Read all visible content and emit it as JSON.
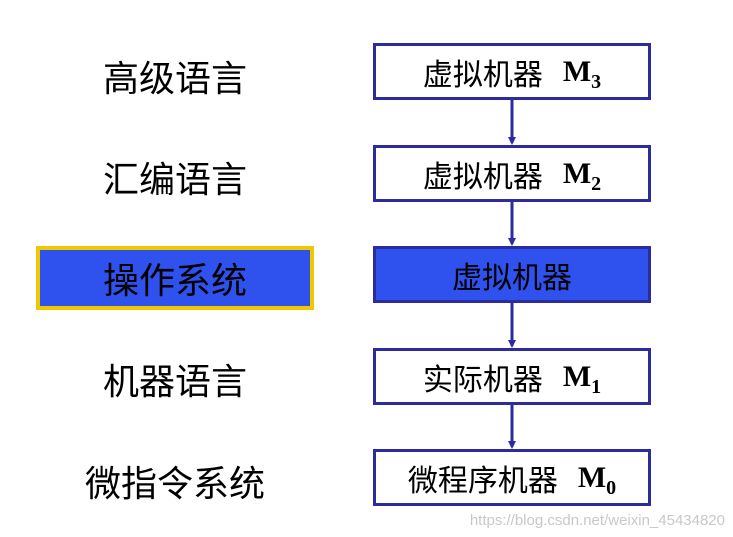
{
  "levels": [
    {
      "label": "高级语言",
      "machine": "虚拟机器",
      "symbol": "M",
      "subscript": "3"
    },
    {
      "label": "汇编语言",
      "machine": "虚拟机器",
      "symbol": "M",
      "subscript": "2"
    },
    {
      "label": "操作系统",
      "machine": "虚拟机器",
      "symbol": "",
      "subscript": ""
    },
    {
      "label": "机器语言",
      "machine": "实际机器",
      "symbol": "M",
      "subscript": "1"
    },
    {
      "label": "微指令系统",
      "machine": "微程序机器",
      "symbol": "M",
      "subscript": "0"
    }
  ],
  "colors": {
    "box_border": "#2c2c9e",
    "highlight_fill": "#2f51ee",
    "highlight_border": "#f0c800",
    "arrow": "#2c2c9e"
  },
  "watermark": "https://blog.csdn.net/weixin_45434820"
}
